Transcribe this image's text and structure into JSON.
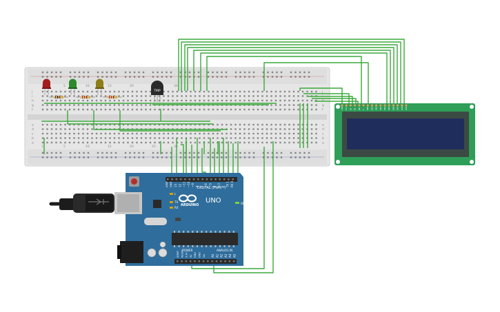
{
  "arduino": {
    "brand": "ARDUINO",
    "model": "UNO",
    "digital_label": "DIGITAL (PWM~)",
    "power_label": "POWER",
    "analog_label": "ANALOG IN",
    "on_label": "ON",
    "tx_label": "TX",
    "rx_label": "RX",
    "l_label": "L",
    "aref_label": "AREF",
    "gnd_label": "GND",
    "digital_pins": [
      "13",
      "12",
      "~11",
      "~10",
      "~9",
      "8",
      "7",
      "~6",
      "~5",
      "4",
      "~3",
      "2",
      "TX 1",
      "RX 0"
    ],
    "power_pins": [
      "IOREF",
      "RESET",
      "3.3V",
      "5V",
      "GND",
      "GND",
      "Vin"
    ],
    "analog_pins": [
      "A0",
      "A1",
      "A2",
      "A3",
      "A4",
      "A5"
    ]
  },
  "sensor": {
    "label": "TMP"
  },
  "breadboard": {
    "row_letters_top": [
      "j",
      "i",
      "h",
      "g",
      "f"
    ],
    "row_letters_bottom": [
      "e",
      "d",
      "c",
      "b",
      "a"
    ],
    "column_numbers": [
      "1",
      "5",
      "10",
      "15",
      "20",
      "25",
      "30"
    ]
  },
  "lcd": {
    "pin_labels": [
      "GND",
      "VCC",
      "V0",
      "RS",
      "RW",
      "E",
      "DB0",
      "DB1",
      "DB2",
      "DB3",
      "DB4",
      "DB5",
      "DB6",
      "DB7",
      "LED+",
      "LED-"
    ]
  },
  "colors": {
    "wire": "#3aa83a",
    "board": "#2f6d9c",
    "breadboard": "#e6e6e6",
    "lcd_pcb": "#2e9e58",
    "lcd_screen": "#1f2d5c",
    "led_red": "#a51c1c",
    "led_green": "#2c8a2c",
    "led_yellow": "#8f7d16"
  }
}
